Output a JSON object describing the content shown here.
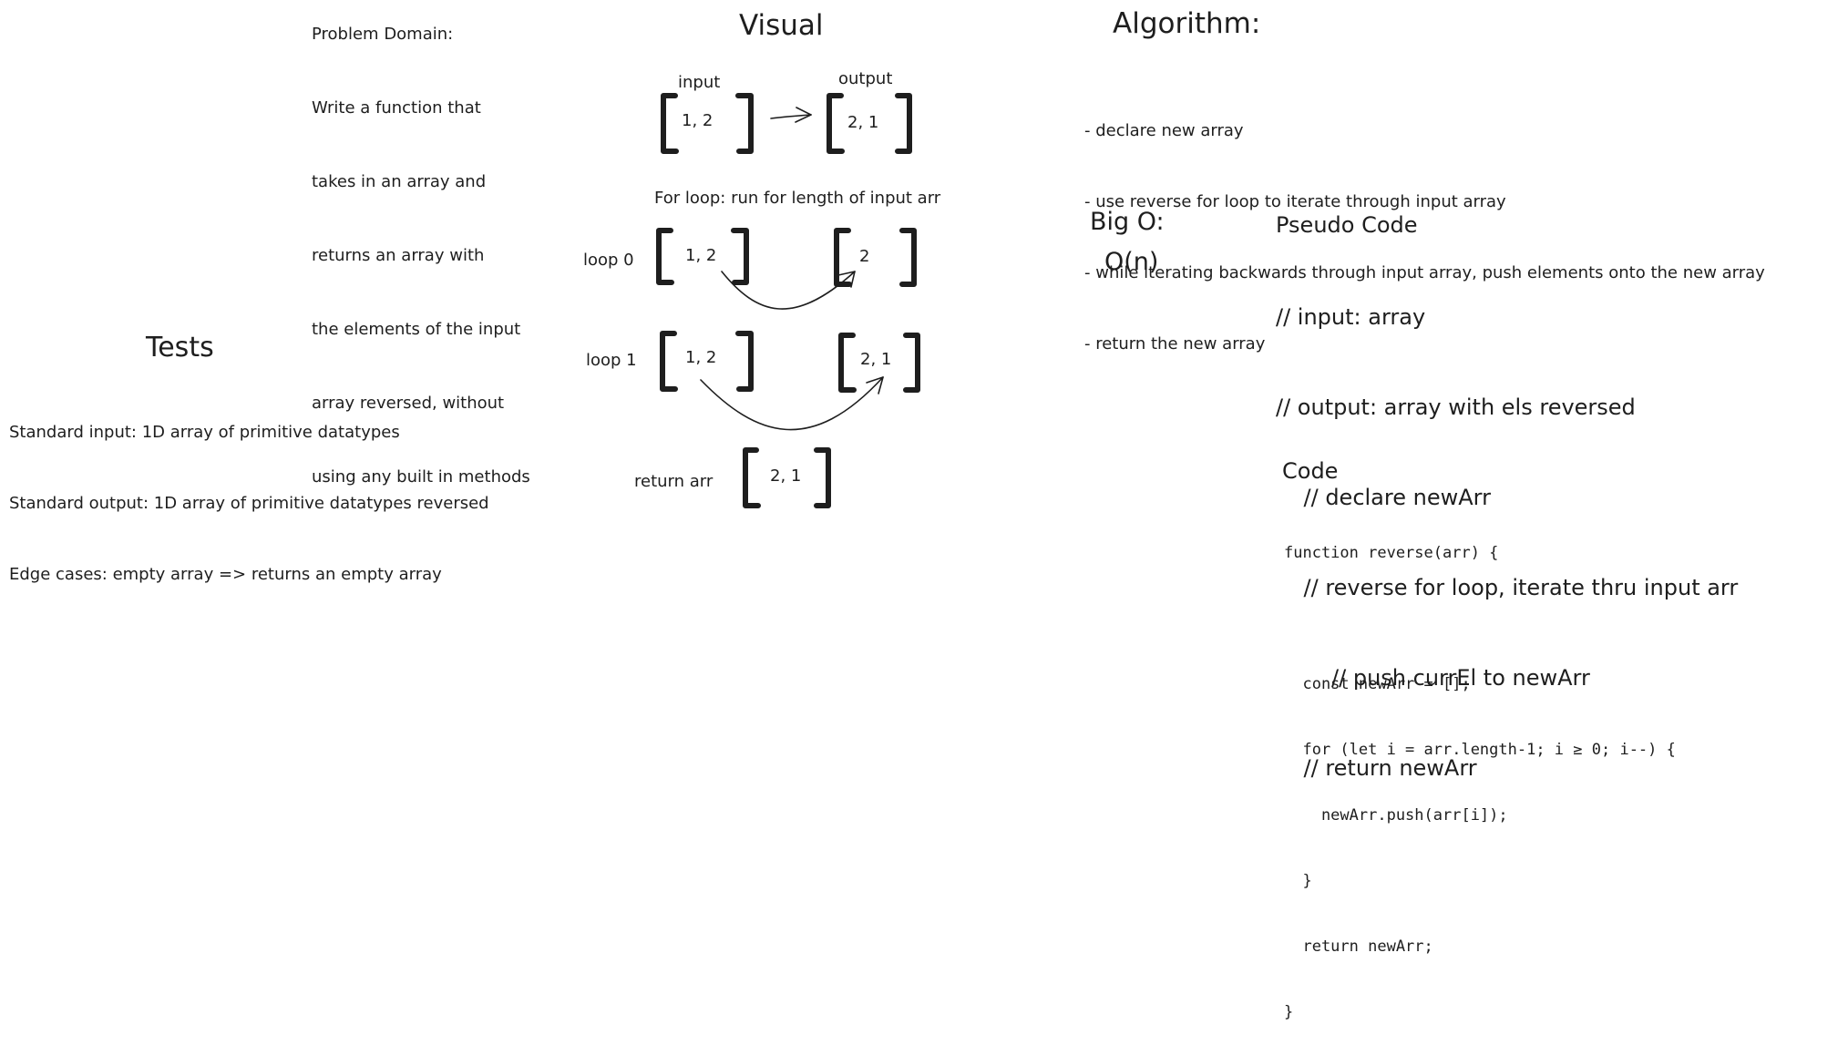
{
  "problem_domain": {
    "heading": "Problem Domain:",
    "lines": [
      "Write a function that",
      "takes in an array and",
      "returns an array with",
      "the elements of the input",
      "array reversed, without",
      "using any built in methods"
    ]
  },
  "visual": {
    "title": "Visual",
    "input_label": "input",
    "output_label": "output",
    "input_values": "1, 2",
    "output_values": "2, 1",
    "for_loop_note": "For loop: run for length of input arr",
    "loop0": {
      "label": "loop 0",
      "left": "1, 2",
      "right": "2"
    },
    "loop1": {
      "label": "loop 1",
      "left": "1, 2",
      "right": "2, 1"
    },
    "return": {
      "label": "return arr",
      "values": "2, 1"
    }
  },
  "algorithm": {
    "title": "Algorithm:",
    "steps": [
      "- declare new array",
      "- use reverse for loop to iterate through input array",
      "- while iterating backwards through input array, push elements onto the new array",
      "- return the new array"
    ]
  },
  "big_o": {
    "title": "Big O:",
    "value": "O(n)"
  },
  "pseudo_code": {
    "title": "Pseudo Code",
    "lines": [
      "// input: array",
      "// output: array with els reversed",
      "    // declare newArr",
      "    // reverse for loop, iterate thru input arr",
      "        // push currEl to newArr",
      "    // return newArr"
    ]
  },
  "code": {
    "title": "Code",
    "lines": [
      "function reverse(arr) {",
      "",
      "  const newArr = [];",
      "  for (let i = arr.length-1; i ≥ 0; i--) {",
      "    newArr.push(arr[i]);",
      "  }",
      "  return newArr;",
      "}"
    ]
  },
  "tests": {
    "title": "Tests",
    "lines": [
      "Standard input: 1D array of primitive datatypes",
      "Standard output: 1D array of primitive datatypes reversed",
      "Edge cases: empty array => returns an empty array"
    ]
  }
}
